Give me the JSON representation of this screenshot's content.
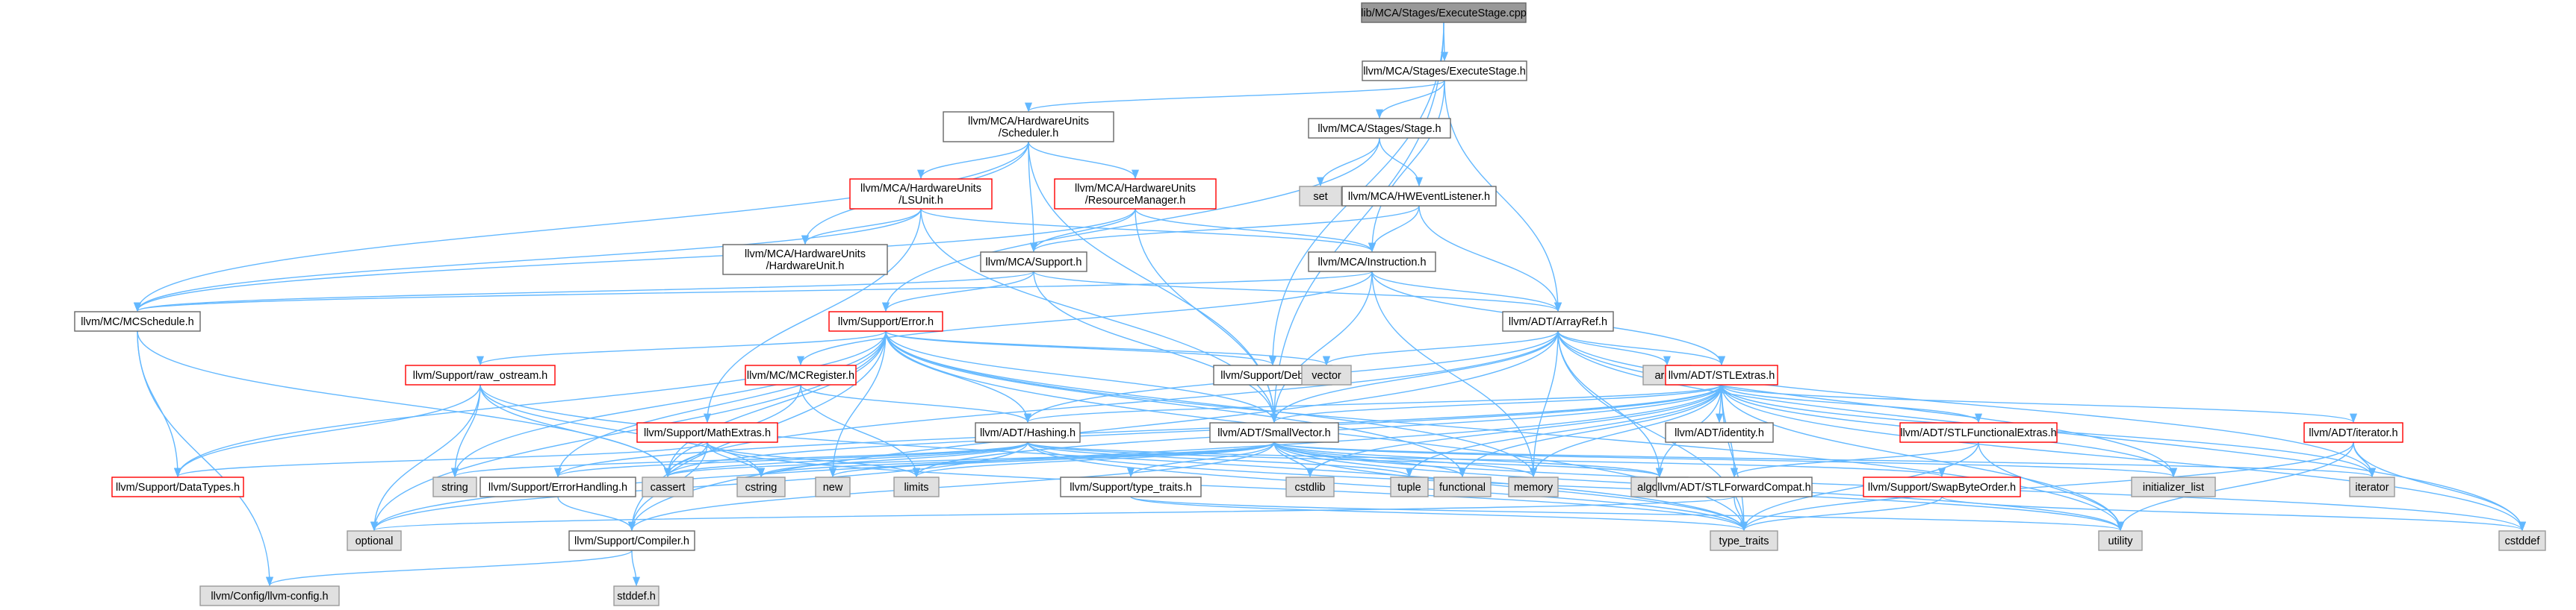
{
  "colors": {
    "edge": "#63b8ff",
    "node_fill": "#ffffff",
    "node_border": "#666666",
    "node_border_truncated": "#ff0000",
    "system_fill": "#e0e0e0",
    "system_border": "#999999",
    "root_fill": "#999999",
    "root_border": "#666666"
  },
  "legend_note": "",
  "nodes": [
    {
      "id": "root",
      "lines": [
        "lib/MCA/Stages/ExecuteStage.cpp"
      ],
      "kind": "root"
    },
    {
      "id": "execstage",
      "lines": [
        "llvm/MCA/Stages/ExecuteStage.h"
      ],
      "kind": "normal"
    },
    {
      "id": "scheduler",
      "lines": [
        "llvm/MCA/HardwareUnits",
        "/Scheduler.h"
      ],
      "kind": "normal"
    },
    {
      "id": "stage",
      "lines": [
        "llvm/MCA/Stages/Stage.h"
      ],
      "kind": "normal"
    },
    {
      "id": "set",
      "lines": [
        "set"
      ],
      "kind": "system"
    },
    {
      "id": "hwevent",
      "lines": [
        "llvm/MCA/HWEventListener.h"
      ],
      "kind": "normal"
    },
    {
      "id": "lsunit",
      "lines": [
        "llvm/MCA/HardwareUnits",
        "/LSUnit.h"
      ],
      "kind": "truncated"
    },
    {
      "id": "resmgr",
      "lines": [
        "llvm/MCA/HardwareUnits",
        "/ResourceManager.h"
      ],
      "kind": "truncated"
    },
    {
      "id": "hwunit",
      "lines": [
        "llvm/MCA/HardwareUnits",
        "/HardwareUnit.h"
      ],
      "kind": "normal"
    },
    {
      "id": "support",
      "lines": [
        "llvm/MCA/Support.h"
      ],
      "kind": "normal"
    },
    {
      "id": "instruction",
      "lines": [
        "llvm/MCA/Instruction.h"
      ],
      "kind": "normal"
    },
    {
      "id": "mcschedule",
      "lines": [
        "llvm/MC/MCSchedule.h"
      ],
      "kind": "normal"
    },
    {
      "id": "error",
      "lines": [
        "llvm/Support/Error.h"
      ],
      "kind": "truncated"
    },
    {
      "id": "arrayref",
      "lines": [
        "llvm/ADT/ArrayRef.h"
      ],
      "kind": "normal"
    },
    {
      "id": "debug",
      "lines": [
        "llvm/Support/Debug.h"
      ],
      "kind": "normal"
    },
    {
      "id": "vector",
      "lines": [
        "vector"
      ],
      "kind": "system"
    },
    {
      "id": "array",
      "lines": [
        "array"
      ],
      "kind": "system"
    },
    {
      "id": "rawostream",
      "lines": [
        "llvm/Support/raw_ostream.h"
      ],
      "kind": "truncated"
    },
    {
      "id": "mcregister",
      "lines": [
        "llvm/MC/MCRegister.h"
      ],
      "kind": "truncated"
    },
    {
      "id": "stlextras",
      "lines": [
        "llvm/ADT/STLExtras.h"
      ],
      "kind": "truncated"
    },
    {
      "id": "mathextras",
      "lines": [
        "llvm/Support/MathExtras.h"
      ],
      "kind": "truncated"
    },
    {
      "id": "hashing",
      "lines": [
        "llvm/ADT/Hashing.h"
      ],
      "kind": "normal"
    },
    {
      "id": "smallvector",
      "lines": [
        "llvm/ADT/SmallVector.h"
      ],
      "kind": "normal"
    },
    {
      "id": "identity",
      "lines": [
        "llvm/ADT/identity.h"
      ],
      "kind": "normal"
    },
    {
      "id": "stlfunc",
      "lines": [
        "llvm/ADT/STLFunctionalExtras.h"
      ],
      "kind": "truncated"
    },
    {
      "id": "iteratorh",
      "lines": [
        "llvm/ADT/iterator.h"
      ],
      "kind": "truncated"
    },
    {
      "id": "datatypes",
      "lines": [
        "llvm/Support/DataTypes.h"
      ],
      "kind": "truncated"
    },
    {
      "id": "string",
      "lines": [
        "string"
      ],
      "kind": "system"
    },
    {
      "id": "errhandling",
      "lines": [
        "llvm/Support/ErrorHandling.h"
      ],
      "kind": "normal"
    },
    {
      "id": "cassert",
      "lines": [
        "cassert"
      ],
      "kind": "system"
    },
    {
      "id": "cstring",
      "lines": [
        "cstring"
      ],
      "kind": "system"
    },
    {
      "id": "new",
      "lines": [
        "new"
      ],
      "kind": "system"
    },
    {
      "id": "limits",
      "lines": [
        "limits"
      ],
      "kind": "system"
    },
    {
      "id": "typetraitsh",
      "lines": [
        "llvm/Support/type_traits.h"
      ],
      "kind": "normal"
    },
    {
      "id": "cstdlib",
      "lines": [
        "cstdlib"
      ],
      "kind": "system"
    },
    {
      "id": "tuple",
      "lines": [
        "tuple"
      ],
      "kind": "system"
    },
    {
      "id": "functional",
      "lines": [
        "functional"
      ],
      "kind": "system"
    },
    {
      "id": "memory",
      "lines": [
        "memory"
      ],
      "kind": "system"
    },
    {
      "id": "algorithm",
      "lines": [
        "algorithm"
      ],
      "kind": "system"
    },
    {
      "id": "stlfwd",
      "lines": [
        "llvm/ADT/STLForwardCompat.h"
      ],
      "kind": "normal"
    },
    {
      "id": "swapbyte",
      "lines": [
        "llvm/Support/SwapByteOrder.h"
      ],
      "kind": "truncated"
    },
    {
      "id": "initlist",
      "lines": [
        "initializer_list"
      ],
      "kind": "system"
    },
    {
      "id": "iterator",
      "lines": [
        "iterator"
      ],
      "kind": "system"
    },
    {
      "id": "optional",
      "lines": [
        "optional"
      ],
      "kind": "system"
    },
    {
      "id": "compiler",
      "lines": [
        "llvm/Support/Compiler.h"
      ],
      "kind": "normal"
    },
    {
      "id": "type_traits",
      "lines": [
        "type_traits"
      ],
      "kind": "system"
    },
    {
      "id": "utility",
      "lines": [
        "utility"
      ],
      "kind": "system"
    },
    {
      "id": "cstddef",
      "lines": [
        "cstddef"
      ],
      "kind": "system"
    },
    {
      "id": "llvmconfig",
      "lines": [
        "llvm/Config/llvm-config.h"
      ],
      "kind": "system"
    },
    {
      "id": "stddef",
      "lines": [
        "stddef.h"
      ],
      "kind": "system"
    }
  ],
  "edges": [
    [
      "root",
      "execstage"
    ],
    [
      "root",
      "debug"
    ],
    [
      "root",
      "smallvector"
    ],
    [
      "execstage",
      "scheduler"
    ],
    [
      "execstage",
      "stage"
    ],
    [
      "execstage",
      "arrayref"
    ],
    [
      "execstage",
      "instruction"
    ],
    [
      "stage",
      "set"
    ],
    [
      "stage",
      "hwevent"
    ],
    [
      "stage",
      "error"
    ],
    [
      "hwevent",
      "instruction"
    ],
    [
      "hwevent",
      "support"
    ],
    [
      "hwevent",
      "arrayref"
    ],
    [
      "scheduler",
      "lsunit"
    ],
    [
      "scheduler",
      "resmgr"
    ],
    [
      "scheduler",
      "hwunit"
    ],
    [
      "scheduler",
      "support"
    ],
    [
      "scheduler",
      "mcschedule"
    ],
    [
      "scheduler",
      "smallvector"
    ],
    [
      "lsunit",
      "hwunit"
    ],
    [
      "lsunit",
      "instruction"
    ],
    [
      "lsunit",
      "mcschedule"
    ],
    [
      "lsunit",
      "smallvector"
    ],
    [
      "lsunit",
      "mathextras"
    ],
    [
      "resmgr",
      "support"
    ],
    [
      "resmgr",
      "instruction"
    ],
    [
      "resmgr",
      "smallvector"
    ],
    [
      "resmgr",
      "mcschedule"
    ],
    [
      "support",
      "arrayref"
    ],
    [
      "support",
      "smallvector"
    ],
    [
      "support",
      "error"
    ],
    [
      "support",
      "mcschedule"
    ],
    [
      "instruction",
      "arrayref"
    ],
    [
      "instruction",
      "mcregister"
    ],
    [
      "instruction",
      "mcschedule"
    ],
    [
      "instruction",
      "smallvector"
    ],
    [
      "instruction",
      "stlextras"
    ],
    [
      "instruction",
      "memory"
    ],
    [
      "mcschedule",
      "datatypes"
    ],
    [
      "mcschedule",
      "cassert"
    ],
    [
      "mcschedule",
      "llvmconfig"
    ],
    [
      "error",
      "debug"
    ],
    [
      "error",
      "rawostream"
    ],
    [
      "error",
      "vector"
    ],
    [
      "error",
      "smallvector"
    ],
    [
      "error",
      "string"
    ],
    [
      "error",
      "errhandling"
    ],
    [
      "error",
      "cassert"
    ],
    [
      "error",
      "optional"
    ],
    [
      "error",
      "compiler"
    ],
    [
      "error",
      "type_traits"
    ],
    [
      "error",
      "utility"
    ],
    [
      "error",
      "new"
    ],
    [
      "error",
      "memory"
    ],
    [
      "error",
      "functional"
    ],
    [
      "error",
      "hashing"
    ],
    [
      "error",
      "datatypes"
    ],
    [
      "arrayref",
      "hashing"
    ],
    [
      "arrayref",
      "smallvector"
    ],
    [
      "arrayref",
      "stlextras"
    ],
    [
      "arrayref",
      "compiler"
    ],
    [
      "arrayref",
      "array"
    ],
    [
      "arrayref",
      "cassert"
    ],
    [
      "arrayref",
      "cstddef"
    ],
    [
      "arrayref",
      "initlist"
    ],
    [
      "arrayref",
      "iterator"
    ],
    [
      "arrayref",
      "memory"
    ],
    [
      "arrayref",
      "type_traits"
    ],
    [
      "arrayref",
      "vector"
    ],
    [
      "arrayref",
      "algorithm"
    ],
    [
      "rawostream",
      "datatypes"
    ],
    [
      "rawostream",
      "cassert"
    ],
    [
      "rawostream",
      "optional"
    ],
    [
      "rawostream",
      "string"
    ],
    [
      "rawostream",
      "type_traits"
    ],
    [
      "rawostream",
      "cstring"
    ],
    [
      "mcregister",
      "hashing"
    ],
    [
      "mcregister",
      "cassert"
    ],
    [
      "mcregister",
      "limits"
    ],
    [
      "stlextras",
      "hashing"
    ],
    [
      "stlextras",
      "smallvector"
    ],
    [
      "stlextras",
      "identity"
    ],
    [
      "stlextras",
      "stlfunc"
    ],
    [
      "stlextras",
      "iteratorh"
    ],
    [
      "stlextras",
      "stlfwd"
    ],
    [
      "stlextras",
      "errhandling"
    ],
    [
      "stlextras",
      "cassert"
    ],
    [
      "stlextras",
      "cstddef"
    ],
    [
      "stlextras",
      "functional"
    ],
    [
      "stlextras",
      "initlist"
    ],
    [
      "stlextras",
      "iterator"
    ],
    [
      "stlextras",
      "limits"
    ],
    [
      "stlextras",
      "memory"
    ],
    [
      "stlextras",
      "optional"
    ],
    [
      "stlextras",
      "tuple"
    ],
    [
      "stlextras",
      "type_traits"
    ],
    [
      "stlextras",
      "utility"
    ],
    [
      "stlextras",
      "algorithm"
    ],
    [
      "stlextras",
      "cstdlib"
    ],
    [
      "mathextras",
      "compiler"
    ],
    [
      "mathextras",
      "cassert"
    ],
    [
      "mathextras",
      "cstring"
    ],
    [
      "mathextras",
      "limits"
    ],
    [
      "mathextras",
      "type_traits"
    ],
    [
      "mathextras",
      "datatypes"
    ],
    [
      "hashing",
      "errhandling"
    ],
    [
      "hashing",
      "swapbyte"
    ],
    [
      "hashing",
      "type_traits"
    ],
    [
      "hashing",
      "algorithm"
    ],
    [
      "hashing",
      "cassert"
    ],
    [
      "hashing",
      "cstring"
    ],
    [
      "hashing",
      "string"
    ],
    [
      "hashing",
      "tuple"
    ],
    [
      "hashing",
      "utility"
    ],
    [
      "hashing",
      "optional"
    ],
    [
      "smallvector",
      "compiler"
    ],
    [
      "smallvector",
      "typetraitsh"
    ],
    [
      "smallvector",
      "algorithm"
    ],
    [
      "smallvector",
      "cassert"
    ],
    [
      "smallvector",
      "cstddef"
    ],
    [
      "smallvector",
      "cstdlib"
    ],
    [
      "smallvector",
      "cstring"
    ],
    [
      "smallvector",
      "functional"
    ],
    [
      "smallvector",
      "initlist"
    ],
    [
      "smallvector",
      "iterator"
    ],
    [
      "smallvector",
      "limits"
    ],
    [
      "smallvector",
      "memory"
    ],
    [
      "smallvector",
      "new"
    ],
    [
      "smallvector",
      "type_traits"
    ],
    [
      "smallvector",
      "utility"
    ],
    [
      "stlfunc",
      "stlfwd"
    ],
    [
      "stlfunc",
      "type_traits"
    ],
    [
      "stlfunc",
      "utility"
    ],
    [
      "stlfunc",
      "cstdint_placeholder"
    ],
    [
      "iteratorh",
      "iterator"
    ],
    [
      "iteratorh",
      "cstddef"
    ],
    [
      "iteratorh",
      "type_traits"
    ],
    [
      "iteratorh",
      "utility"
    ],
    [
      "stlfwd",
      "optional"
    ],
    [
      "stlfwd",
      "type_traits"
    ],
    [
      "swapbyte",
      "type_traits"
    ],
    [
      "swapbyte",
      "cstddef"
    ],
    [
      "typetraitsh",
      "type_traits"
    ],
    [
      "typetraitsh",
      "utility"
    ],
    [
      "errhandling",
      "compiler"
    ],
    [
      "compiler",
      "llvmconfig"
    ],
    [
      "compiler",
      "stddef"
    ]
  ]
}
